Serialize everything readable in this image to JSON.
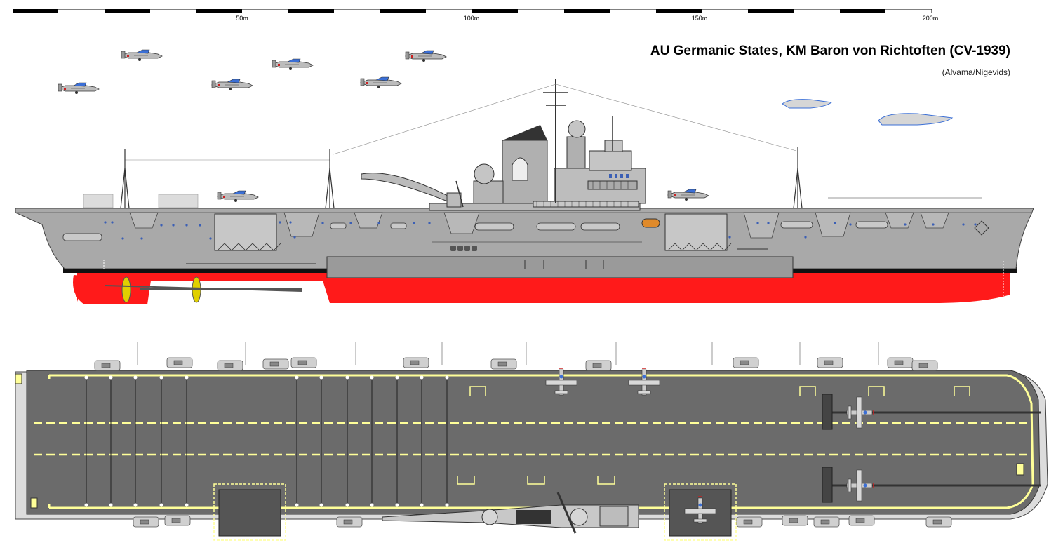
{
  "title": "AU Germanic States, KM Baron von Richtoften (CV-1939)",
  "credit": "(Alvama/Nigevids)",
  "scale": {
    "labels": [
      "50m",
      "100m",
      "150m",
      "200m"
    ]
  },
  "colors": {
    "hull_gray": "#a9a9a9",
    "deck_gray": "#6b6b6b",
    "antifouling_red": "#ff1a1a",
    "boot_black": "#111111",
    "deck_marking_yellow": "#ffff99",
    "aircraft_blue": "#3b6fd6",
    "propeller_yellow": "#e0d000"
  },
  "icons": [
    "aircraft-profile-icon",
    "aircraft-top-icon",
    "propeller-icon",
    "crane-icon",
    "mast-icon"
  ]
}
